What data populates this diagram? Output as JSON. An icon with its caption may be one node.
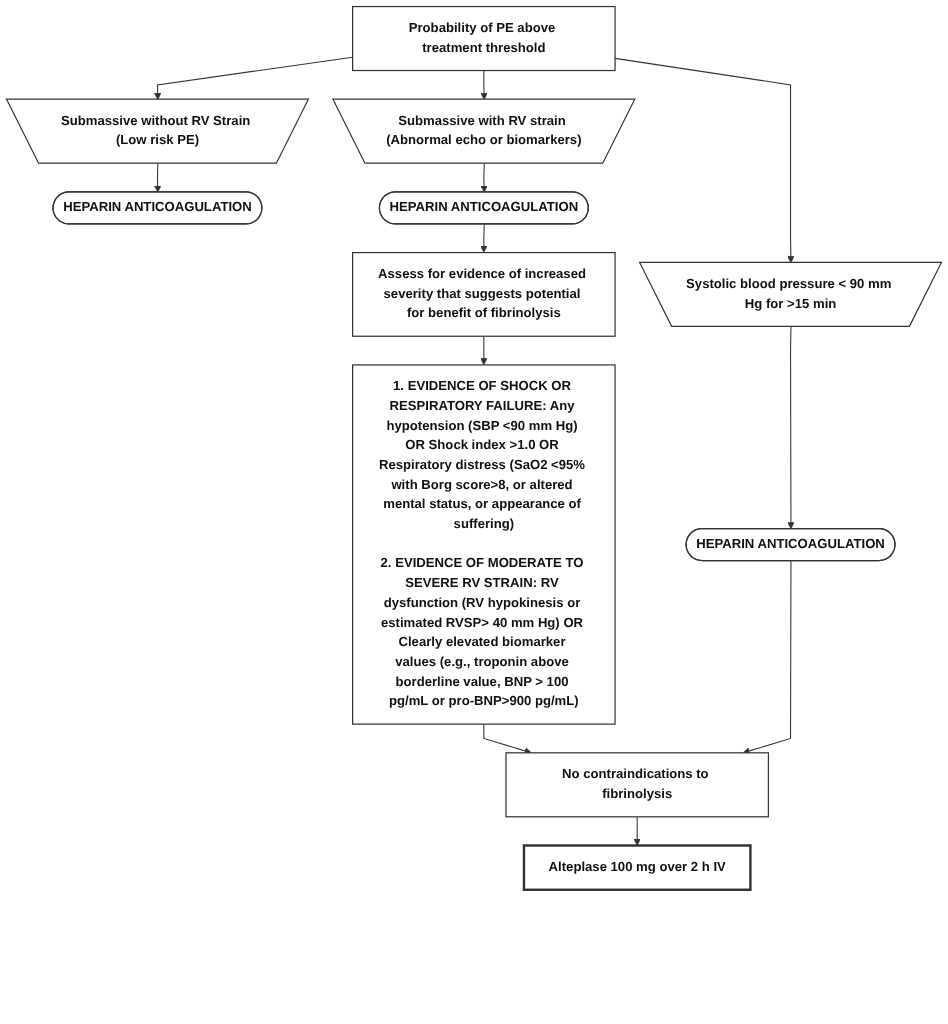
{
  "diagram": {
    "nodes": [
      {
        "text": [
          "Probability of PE above treatment threshold"
        ]
      },
      {
        "text": [
          "Submassive without RV Strain (Low risk PE)"
        ]
      },
      {
        "text": [
          "Submassive with RV strain (Abnormal echo or biomarkers)"
        ]
      },
      {
        "text": [
          "Systolic blood pressure < 90 mm Hg for >15 min"
        ]
      },
      {
        "text": [
          "HEPARIN ANTICOAGULATION"
        ]
      },
      {
        "text": [
          "HEPARIN ANTICOAGULATION"
        ]
      },
      {
        "text": [
          "HEPARIN ANTICOAGULATION"
        ]
      },
      {
        "text": [
          "Assess for evidence of increased severity that suggests potential for benefit of fibrinolysis"
        ]
      },
      {
        "text": [
          "1. EVIDENCE OF SHOCK OR RESPIRATORY FAILURE: Any hypotension (SBP <90 mm Hg) OR Shock index >1.0 OR Respiratory distress (SaO2 <95% with Borg score>8, or altered mental status, or appearance of suffering)",
          "2. EVIDENCE OF MODERATE TO SEVERE RV STRAIN: RV dysfunction (RV hypokinesis or estimated RVSP> 40 mm Hg) OR Clearly elevated biomarker values (e.g., troponin above borderline value, BNP > 100 pg/mL or pro-BNP>900 pg/mL)"
        ]
      },
      {
        "text": [
          "No contraindications to fibrinolysis"
        ]
      },
      {
        "text": [
          "Alteplase 100 mg over 2 h IV"
        ]
      }
    ],
    "edges": [
      {
        "from": 0,
        "to": 1,
        "arrow": "to"
      },
      {
        "from": 0,
        "to": 2,
        "arrow": "to"
      },
      {
        "from": 0,
        "to": 3,
        "arrow": "to"
      },
      {
        "from": 1,
        "to": 4,
        "arrow": "to"
      },
      {
        "from": 2,
        "to": 5,
        "arrow": "to"
      },
      {
        "from": 3,
        "to": 6,
        "arrow": "to"
      },
      {
        "from": 5,
        "to": 7,
        "arrow": "to"
      },
      {
        "from": 7,
        "to": 8,
        "arrow": "to"
      },
      {
        "from": 8,
        "to": 9,
        "arrow": "to"
      },
      {
        "from": 6,
        "to": 9,
        "arrow": "to"
      },
      {
        "from": 9,
        "to": 10,
        "arrow": "to"
      }
    ]
  }
}
